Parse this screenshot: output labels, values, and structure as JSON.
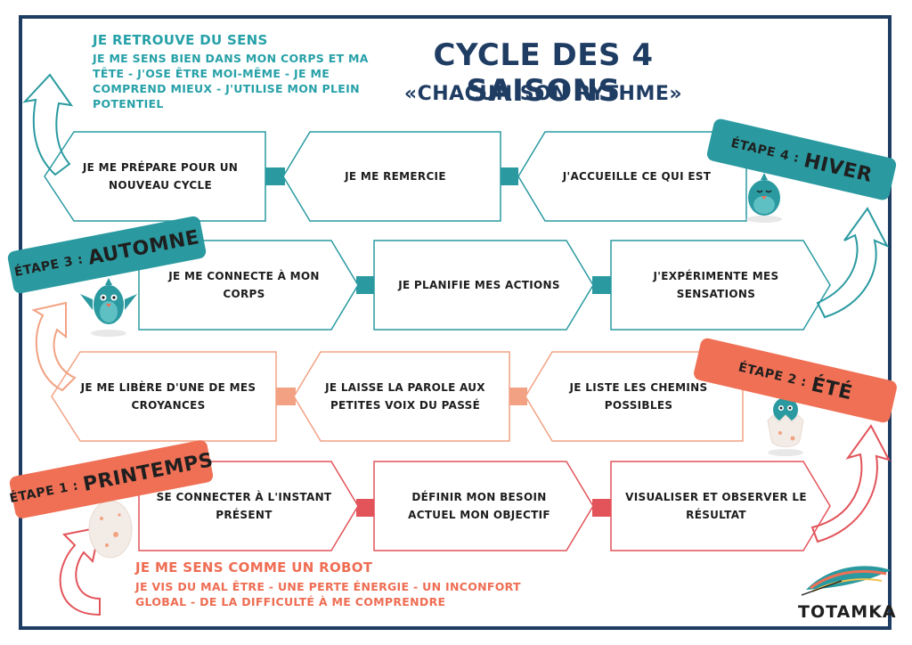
{
  "title": "CYCLE DES 4 SAISONS",
  "subtitle": "«CHACUN SON RYTHME»",
  "top_note": {
    "heading": "JE RETROUVE DU SENS",
    "body": "JE ME SENS BIEN DANS MON CORPS ET MA TÊTE - J'OSE ÊTRE MOI-MÊME - JE ME COMPREND MIEUX - J'UTILISE MON PLEIN POTENTIEL"
  },
  "bottom_note": {
    "heading": "JE ME SENS COMME UN ROBOT",
    "body": "JE VIS DU MAL ÊTRE - UNE PERTE ÉNERGIE - UN INCONFORT GLOBAL - DE LA DIFFICULTÉ À ME COMPRENDRE"
  },
  "stages": [
    {
      "prefix": "ÉTAPE 1 :",
      "name": "PRINTEMPS"
    },
    {
      "prefix": "ÉTAPE 2 :",
      "name": "ÉTÉ"
    },
    {
      "prefix": "ÉTAPE 3 :",
      "name": "AUTOMNE"
    },
    {
      "prefix": "ÉTAPE 4 :",
      "name": "HIVER"
    }
  ],
  "steps": {
    "row1": [
      "SE CONNECTER À L'INSTANT PRÉSENT",
      "DÉFINIR MON BESOIN ACTUEL MON OBJECTIF",
      "VISUALISER ET OBSERVER LE RÉSULTAT"
    ],
    "row2": [
      "JE ME LIBÈRE D'UNE DE MES CROYANCES",
      "JE LAISSE LA PAROLE AUX PETITES VOIX DU PASSÉ",
      "JE LISTE LES CHEMINS POSSIBLES"
    ],
    "row3": [
      "JE ME CONNECTE À MON CORPS",
      "JE PLANIFIE MES ACTIONS",
      "J'EXPÉRIMENTE MES SENSATIONS"
    ],
    "row4": [
      "JE ME PRÉPARE POUR UN NOUVEAU CYCLE",
      "JE ME REMERCIE",
      "J'ACCUEILLE CE QUI EST"
    ]
  },
  "logo_text": "TOTAMKA",
  "colors": {
    "teal": "#2a9aa0",
    "coral": "#ef7055",
    "navy": "#1f3d63"
  }
}
